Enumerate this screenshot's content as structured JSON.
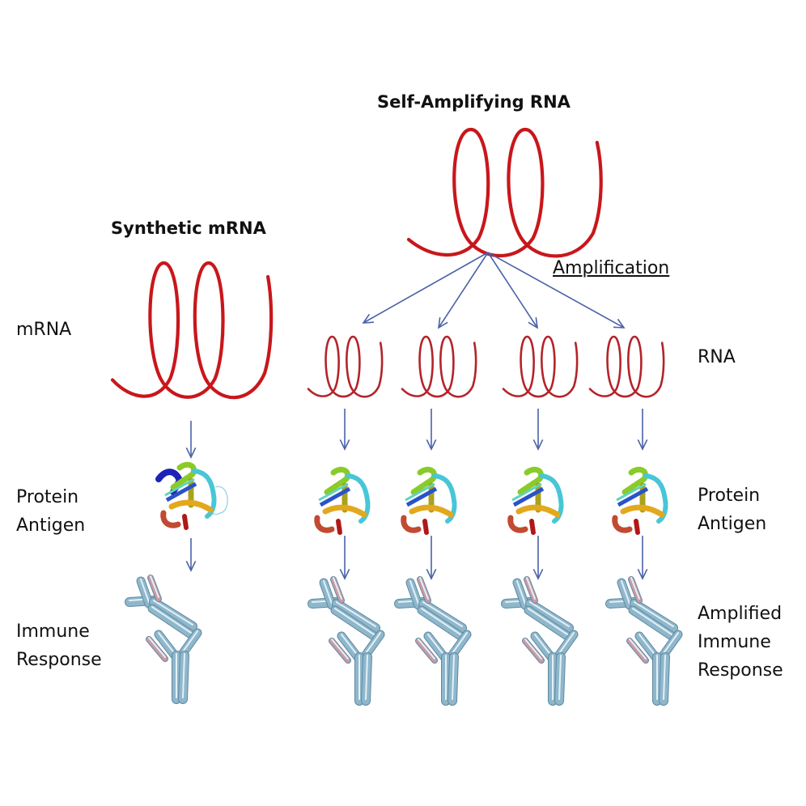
{
  "titles": {
    "self_amplifying": "Self-Amplifying RNA",
    "synthetic": "Synthetic mRNA",
    "amplification": "Amplification"
  },
  "left_labels": {
    "mrna": [
      "mRNA"
    ],
    "protein": [
      "Protein",
      "Antigen"
    ],
    "immune": [
      "Immune",
      "Response"
    ]
  },
  "right_labels": {
    "rna": [
      "RNA"
    ],
    "protein": [
      "Protein",
      "Antigen"
    ],
    "immune": [
      "Amplified",
      "Immune",
      "Response"
    ]
  },
  "flows": {
    "synthetic": {
      "rna_copies": 1,
      "protein_copies": 1,
      "antibody_pairs": 1
    },
    "self_amplifying": {
      "parent_rna": 1,
      "amplified_rna_copies": 4,
      "protein_copies": 4,
      "antibody_pairs": 4
    }
  },
  "icons": {
    "rna": "rna-coil-icon",
    "protein": "protein-ribbon-icon",
    "antibody": "antibody-icon",
    "arrow": "arrow-down-icon"
  },
  "colors": {
    "rna": "#c8171c",
    "rna_small": "#b3242a",
    "arrow": "#4a63a8",
    "antibody_body": "#8fb7cc",
    "antibody_light": "#c99aa6",
    "text": "#111111"
  }
}
